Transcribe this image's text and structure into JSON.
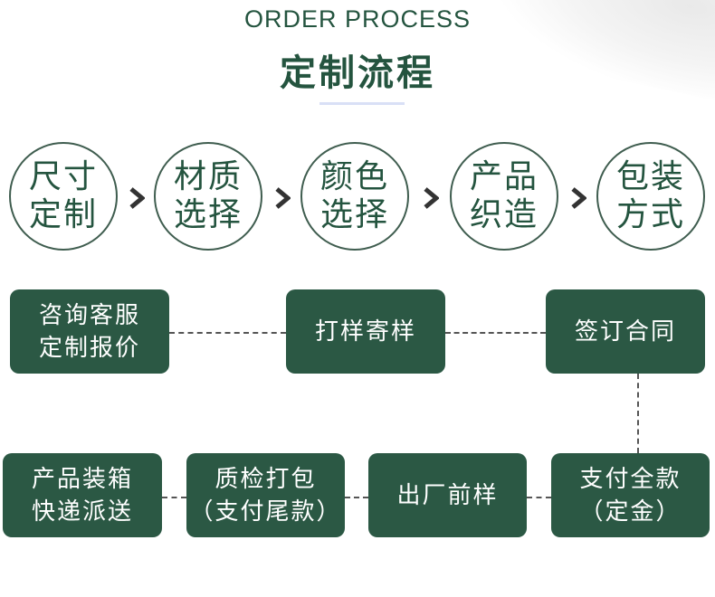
{
  "header": {
    "title_en": "ORDER PROCESS",
    "title_cn": "定制流程"
  },
  "circles": [
    {
      "line1": "尺寸",
      "line2": "定制"
    },
    {
      "line1": "材质",
      "line2": "选择"
    },
    {
      "line1": "颜色",
      "line2": "选择"
    },
    {
      "line1": "产品",
      "line2": "织造"
    },
    {
      "line1": "包装",
      "line2": "方式"
    }
  ],
  "steps_row1": [
    {
      "line1": "咨询客服",
      "line2": "定制报价"
    },
    {
      "line1": "打样寄样"
    },
    {
      "line1": "签订合同"
    }
  ],
  "steps_row2": [
    {
      "line1": "产品装箱",
      "line2": "快递派送"
    },
    {
      "line1": "质检打包",
      "line2": "（支付尾款）"
    },
    {
      "line1": "出厂前样"
    },
    {
      "line1": "支付全款",
      "line2": "（定金）"
    }
  ],
  "colors": {
    "primary_green": "#2b5844",
    "text_green": "#24543f"
  },
  "icons": {
    "arrow": "chevron-right-icon"
  }
}
